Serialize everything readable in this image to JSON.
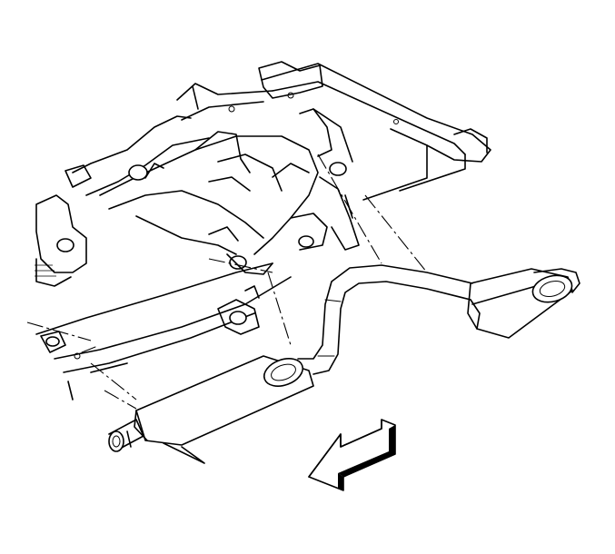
{
  "diagram": {
    "labels": [],
    "components": [
      "frame-crossmember",
      "intermediate-pipe",
      "front-muffler",
      "rear-muffler",
      "tailpipe",
      "front-direction-arrow"
    ]
  }
}
